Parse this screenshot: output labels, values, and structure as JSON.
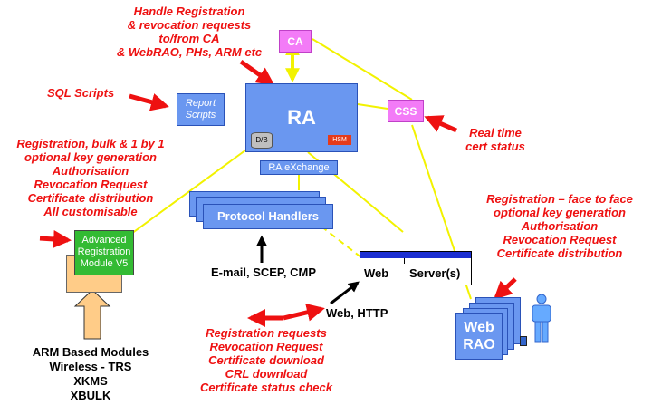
{
  "nodes": {
    "ca": "CA",
    "css": "CSS",
    "ra": "RA",
    "hsm": "HSM",
    "db": "D/B",
    "report_scripts": [
      "Report",
      "Scripts"
    ],
    "ra_exchange": "RA eXchange",
    "protocol_handlers": "Protocol Handlers",
    "arm": [
      "Advanced",
      "Registration",
      "Module V5"
    ],
    "web_server": "Web",
    "web_server_suffix": "Server(s)",
    "web_rao": [
      "Web",
      "RAO"
    ]
  },
  "annotations": {
    "handle_registration": [
      "Handle Registration",
      "& revocation requests",
      "to/from CA",
      "& WebRAO, PHs, ARM etc"
    ],
    "sql_scripts": "SQL Scripts",
    "real_time": [
      "Real time",
      "cert status"
    ],
    "arm_features": [
      "Registration, bulk & 1 by 1",
      "optional key generation",
      "Authorisation",
      "Revocation Request",
      "Certificate distribution",
      "All customisable"
    ],
    "face_to_face": [
      "Registration – face to face",
      "optional key generation",
      "Authorisation",
      "Revocation Request",
      "Certificate distribution"
    ],
    "web_requests": [
      "Registration requests",
      "Revocation Request",
      "Certificate download",
      "CRL download",
      "Certificate status check"
    ]
  },
  "labels": {
    "email": "E-mail, SCEP, CMP",
    "web_http": "Web, HTTP",
    "arm_based": [
      "ARM Based Modules",
      "Wireless - TRS",
      "XKMS",
      "XBULK"
    ]
  },
  "colors": {
    "annotation_red": "#ee1111",
    "pink_node": "#f37bf7",
    "blue_node": "#6a97f0",
    "connector_yellow": "#f2f200",
    "arm_green": "#33bb33",
    "arm_back": "#ffcc88"
  }
}
